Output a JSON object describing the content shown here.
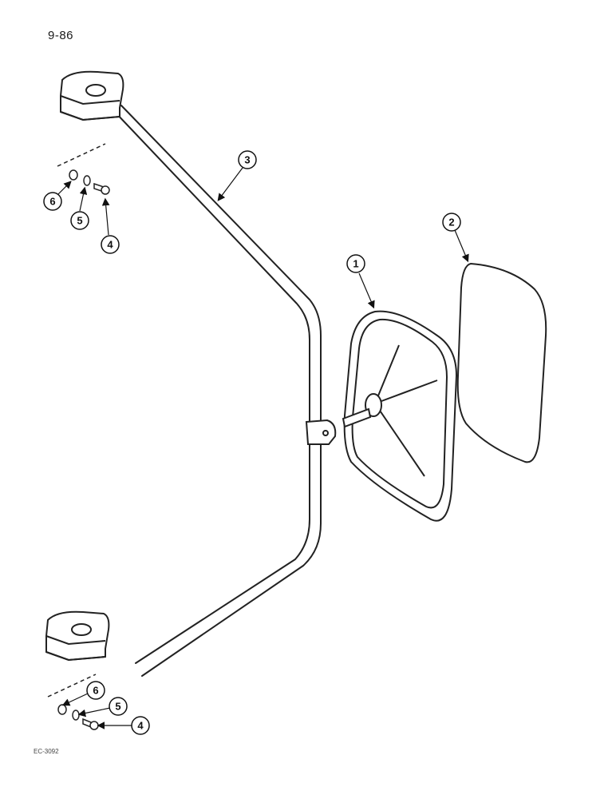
{
  "page": {
    "number": "9-86",
    "figure_code": "EC-3092"
  },
  "callouts": [
    {
      "id": "callout-3",
      "label": "3"
    },
    {
      "id": "callout-2",
      "label": "2"
    },
    {
      "id": "callout-1",
      "label": "1"
    },
    {
      "id": "callout-6-top",
      "label": "6"
    },
    {
      "id": "callout-5-top",
      "label": "5"
    },
    {
      "id": "callout-4-top",
      "label": "4"
    },
    {
      "id": "callout-6-bottom",
      "label": "6"
    },
    {
      "id": "callout-5-bottom",
      "label": "5"
    },
    {
      "id": "callout-4-bottom",
      "label": "4"
    }
  ]
}
